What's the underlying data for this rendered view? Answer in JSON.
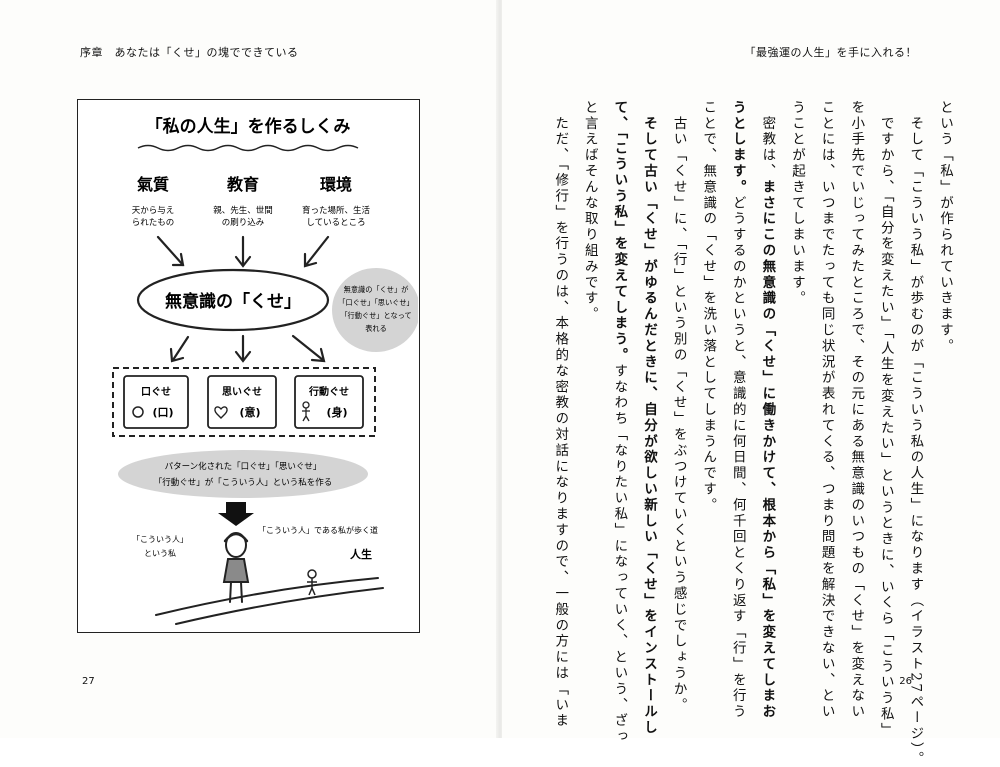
{
  "left_page": {
    "running_head": "序章　あなたは「くせ」の塊でできている",
    "page_number": "27",
    "illustration": {
      "title": "「私の人生」を作るしくみ",
      "factors": [
        {
          "name": "氣質",
          "desc1": "天から与え",
          "desc2": "られたもの"
        },
        {
          "name": "教育",
          "desc1": "親、先生、世間",
          "desc2": "の刷り込み"
        },
        {
          "name": "環境",
          "desc1": "育った場所、生活",
          "desc2": "しているところ"
        }
      ],
      "unconscious": "無意識の「くせ」",
      "bubble": [
        "無意識の「くせ」が",
        "「口ぐせ」「思いぐせ」",
        "「行動ぐせ」となって",
        "表れる"
      ],
      "habits": [
        {
          "name": "口ぐせ",
          "sub": "(口)"
        },
        {
          "name": "思いぐせ",
          "sub": "(意)"
        },
        {
          "name": "行動ぐせ",
          "sub": "(身)"
        }
      ],
      "pattern": [
        "パターン化された「口ぐせ」「思いぐせ」",
        "「行動ぐせ」が「こういう人」という私を作る"
      ],
      "person_label": [
        "「こういう人」",
        "という私"
      ],
      "path_label": "「こういう人」である私が歩く道",
      "life_label": "人生"
    }
  },
  "right_page": {
    "running_head": "「最強運の人生」を手に入れる！",
    "page_number": "26",
    "columns": [
      [
        {
          "t": "という「私」が作られていきます。"
        }
      ],
      [
        {
          "t": "　そして「こういう私」が歩むのが「こういう私の人生」になります（イラスト27ページ）。"
        }
      ],
      [
        {
          "t": "　ですから、「自分を変えたい」「人生を変えたい」というときに、いくら「こういう私」"
        }
      ],
      [
        {
          "t": "を小手先でいじってみたところで、その元にある無意識のいつもの「くせ」を変えない"
        }
      ],
      [
        {
          "t": "ことには、いつまでたっても同じ状況が表れてくる、つまり問題を解決できない、とい"
        }
      ],
      [
        {
          "t": "うことが起きてしまいます。"
        }
      ],
      [
        {
          "t": "　密教は、",
          "b": false
        },
        {
          "t": "まさにこの無意識の「くせ」に働きかけて、根本から「私」を変えてしまお",
          "b": true
        }
      ],
      [
        {
          "t": "うとします。",
          "b": true
        },
        {
          "t": "どうするのかというと、意識的に何日間、何千回とくり返す「行」を行う",
          "b": false
        }
      ],
      [
        {
          "t": "ことで、無意識の「くせ」を洗い落としてしまうんです。"
        }
      ],
      [
        {
          "t": "　古い「くせ」に、「行」という別の「くせ」をぶつけていくという感じでしょうか。"
        }
      ],
      [
        {
          "t": "　そして古い「くせ」がゆるんだときに、自分が欲しい新しい「くせ」をインストールし",
          "b": true
        }
      ],
      [
        {
          "t": "て、「こういう私」を変えてしまう。",
          "b": true
        },
        {
          "t": "すなわち「なりたい私」になっていく、という、ざっ",
          "b": false
        }
      ],
      [
        {
          "t": "と言えばそんな取り組みです。"
        }
      ],
      [
        {
          "t": "　ただ、「修行」を行うのは、本格的な密教の対話になりますので、一般の方には「いま"
        }
      ]
    ]
  }
}
